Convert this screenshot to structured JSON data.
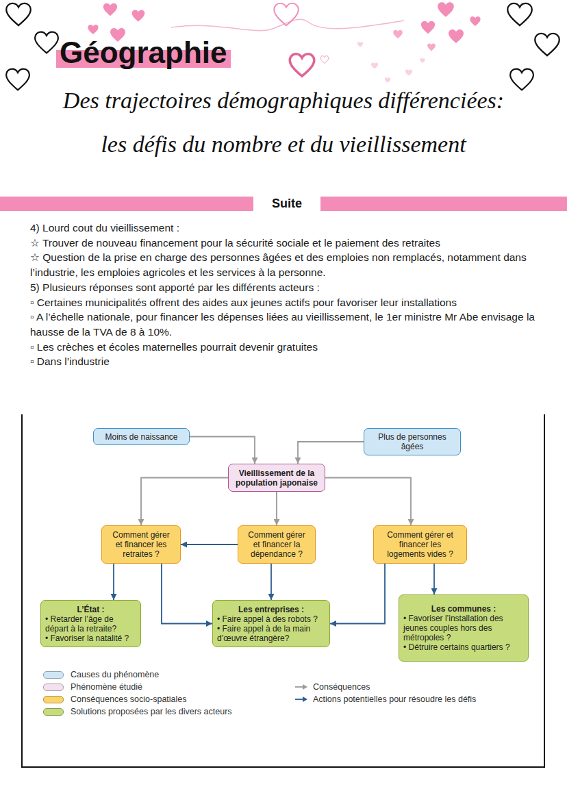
{
  "diagram": {
    "title": "Des trajectoires démographiques différenciées: les défis du nombre et du vieillissement",
    "nodes": [
      {
        "text": [
          "Moins de naissance"
        ]
      },
      {
        "text": [
          "Plus de personnes âgées"
        ]
      },
      {
        "text": [
          "Vieillissement de la population japonaise"
        ]
      },
      {
        "text": [
          "Comment gérer et financer les retraites ?"
        ]
      },
      {
        "text": [
          "Comment gérer et financer la dépendance ?"
        ]
      },
      {
        "text": [
          "Comment gérer et financer les logements vides ?"
        ]
      },
      {
        "text": [
          "L’État :",
          "• Retarder l’âge de départ à la retraite?",
          "• Favoriser la natalité ?"
        ]
      },
      {
        "text": [
          "Les entreprises :",
          "• Faire appel à des robots ?",
          "• Faire appel à de la main d’œuvre étrangère?"
        ]
      },
      {
        "text": [
          "Les communes :",
          "• Favoriser l’installation des jeunes couples hors des métropoles ?",
          "• Détruire certains quartiers ?"
        ]
      }
    ],
    "edges": [
      {
        "from": 0,
        "to": 2,
        "arrow": "to"
      },
      {
        "from": 1,
        "to": 2,
        "arrow": "to"
      },
      {
        "from": 2,
        "to": 3,
        "arrow": "to"
      },
      {
        "from": 2,
        "to": 4,
        "arrow": "to"
      },
      {
        "from": 2,
        "to": 5,
        "arrow": "to"
      },
      {
        "from": 4,
        "to": 3,
        "arrow": "to"
      },
      {
        "from": 3,
        "to": 6,
        "arrow": "to"
      },
      {
        "from": 3,
        "to": 7,
        "arrow": "to"
      },
      {
        "from": 4,
        "to": 7,
        "arrow": "to"
      },
      {
        "from": 5,
        "to": 7,
        "arrow": "to"
      },
      {
        "from": 5,
        "to": 8,
        "arrow": "to"
      }
    ],
    "labels": [
      "Géographie",
      "Suite",
      "4) Lourd cout du vieillissement :",
      "☆ Trouver de nouveau financement pour la sécurité sociale et le paiement des retraites",
      "☆ Question de la prise en charge des personnes âgées et des emploies non remplacés, notamment dans l’industrie, les emploies agricoles et les services à la personne.",
      "5) Plusieurs réponses sont apporté par les différents acteurs :",
      "▫ Certaines municipalités offrent des aides aux jeunes actifs pour favoriser leur installations",
      "▫ A l’échelle nationale, pour financer les dépenses liées au vieillissement, le 1er ministre Mr Abe envisage la hausse de la TVA de 8 à 10%.",
      "▫ Les crèches et écoles maternelles pourrait devenir gratuites",
      "▫ Dans l’industrie"
    ],
    "legend": [
      {
        "text": "Causes du phénomène",
        "color": "#cfe6f6"
      },
      {
        "text": "Phénomène étudié",
        "color": "#f4e1ef"
      },
      {
        "text": "Conséquences socio-spatiales",
        "color": "#fbd56b"
      },
      {
        "text": "Solutions proposées par les divers acteurs",
        "color": "#c6db7b"
      },
      {
        "text": "Conséquences"
      },
      {
        "text": "Actions potentielles pour résoudre les défis"
      }
    ]
  }
}
